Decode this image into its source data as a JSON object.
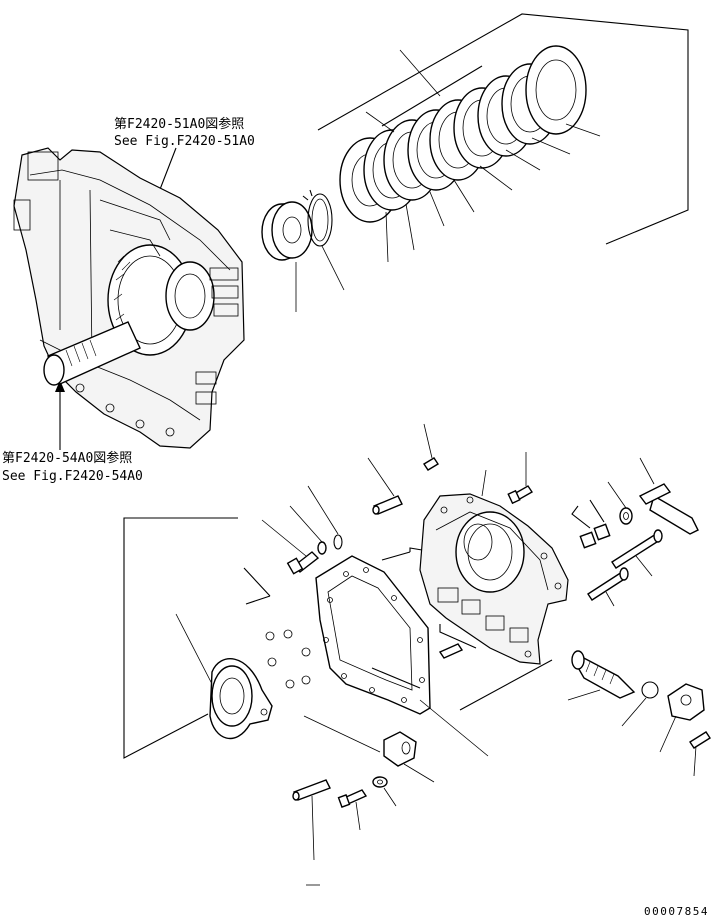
{
  "references": {
    "upper": {
      "jp": "第F2420-51A0図参照",
      "en": "See Fig.F2420-51A0"
    },
    "lower": {
      "jp": "第F2420-54A0図参照",
      "en": "See Fig.F2420-54A0"
    }
  },
  "drawing_code": "00007854"
}
